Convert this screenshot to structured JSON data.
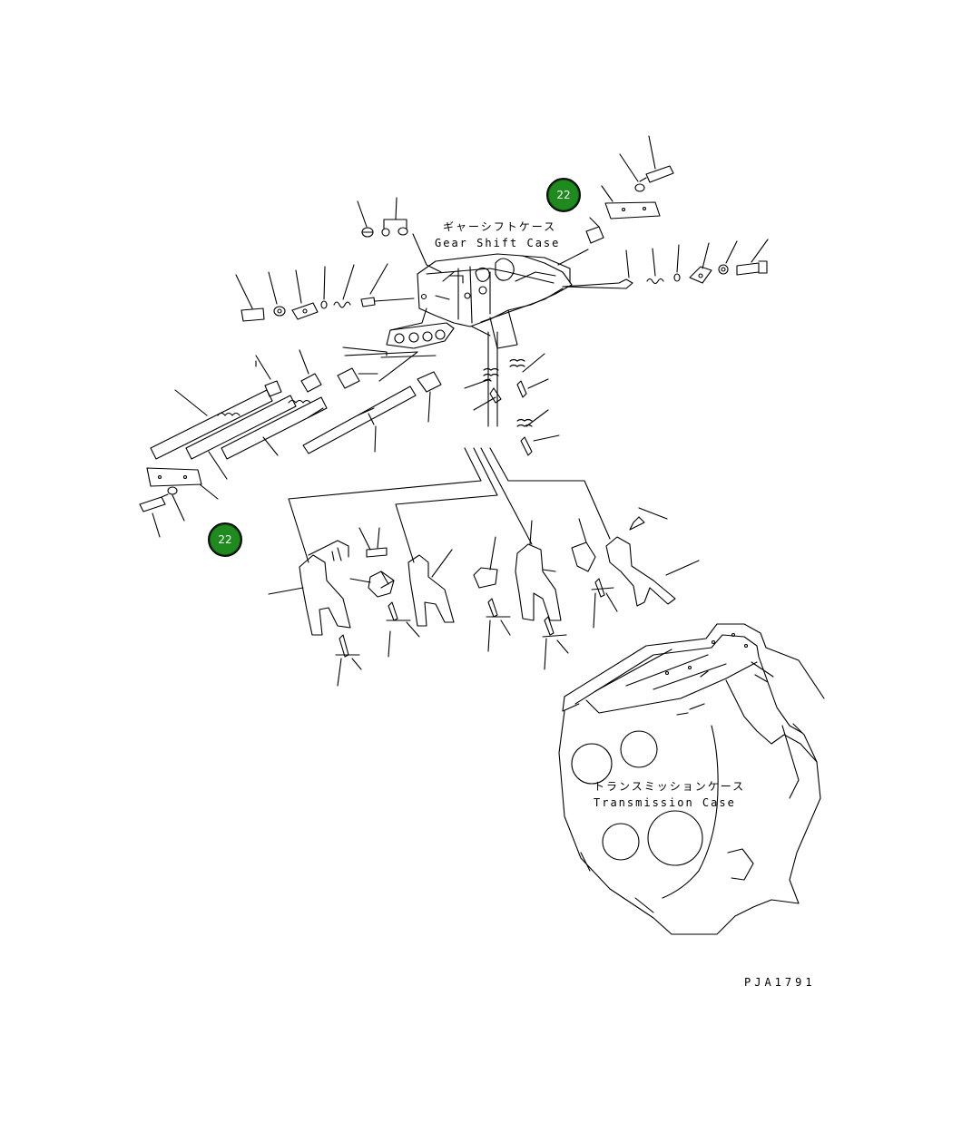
{
  "labels": {
    "gear_shift_jp": "ギャーシフトケース",
    "gear_shift_en": "Gear Shift Case",
    "transmission_jp": "トランスミッションケース",
    "transmission_en": "Transmission Case",
    "drawing_code": "PJA1791"
  },
  "callouts": [
    {
      "id": "callout-top",
      "number": "22"
    },
    {
      "id": "callout-left",
      "number": "22"
    }
  ],
  "colors": {
    "badge_fill": "#1f8b1f",
    "line": "#000000",
    "background": "#ffffff"
  }
}
